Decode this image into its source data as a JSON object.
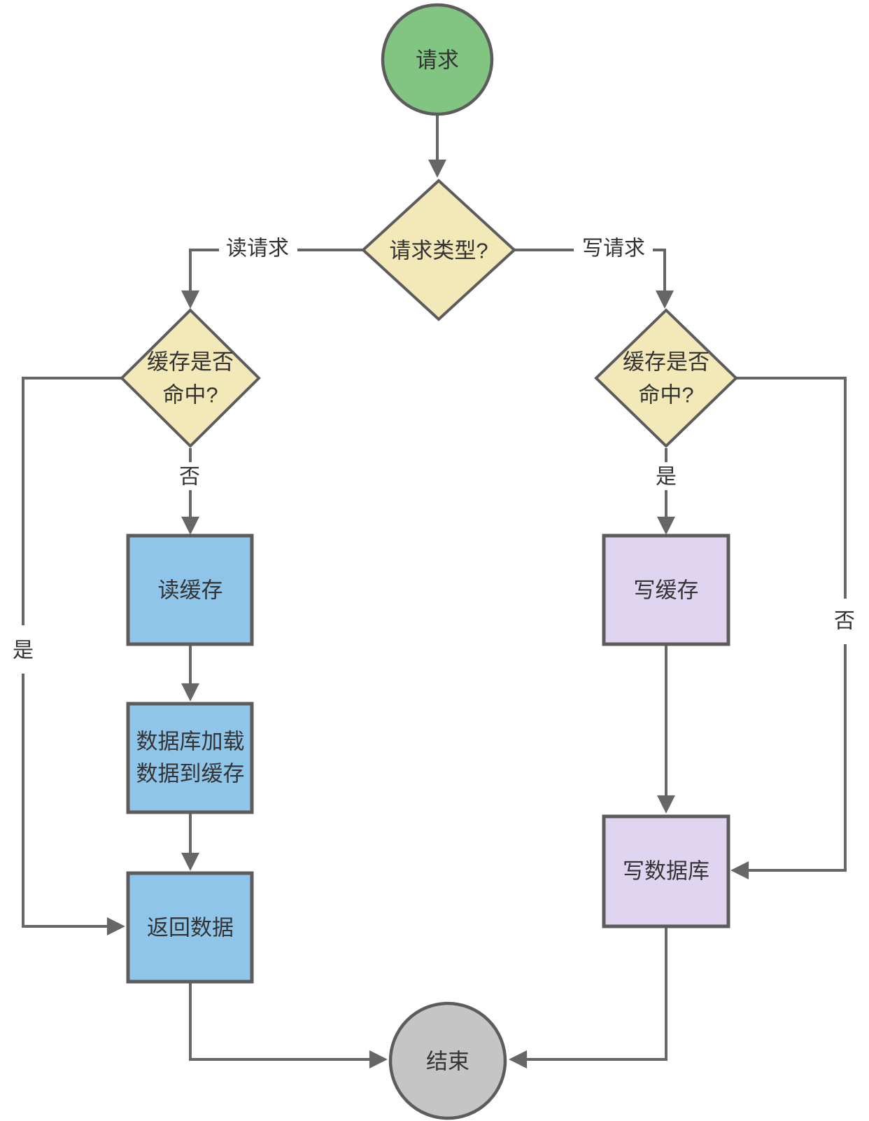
{
  "diagram": {
    "nodes": {
      "start": {
        "label": "请求"
      },
      "request_type": {
        "label": "请求类型?"
      },
      "read_cache_hit": {
        "line1": "缓存是否",
        "line2": "命中?"
      },
      "write_cache_hit": {
        "line1": "缓存是否",
        "line2": "命中?"
      },
      "read_cache": {
        "label": "读缓存"
      },
      "db_load": {
        "line1": "数据库加载",
        "line2": "数据到缓存"
      },
      "return_data": {
        "label": "返回数据"
      },
      "write_cache": {
        "label": "写缓存"
      },
      "write_db": {
        "label": "写数据库"
      },
      "end": {
        "label": "结束"
      }
    },
    "edges": {
      "read_request": {
        "label": "读请求"
      },
      "write_request": {
        "label": "写请求"
      },
      "read_miss": {
        "label": "否"
      },
      "read_hit": {
        "label": "是"
      },
      "write_hit": {
        "label": "是"
      },
      "write_miss": {
        "label": "否"
      }
    },
    "colors": {
      "start_fill": "#82C482",
      "decision_fill": "#F2E8B8",
      "read_process_fill": "#90C5EA",
      "write_process_fill": "#DFD5F1",
      "end_fill": "#C5C5C5",
      "line": "#666666",
      "text": "#333333"
    }
  }
}
